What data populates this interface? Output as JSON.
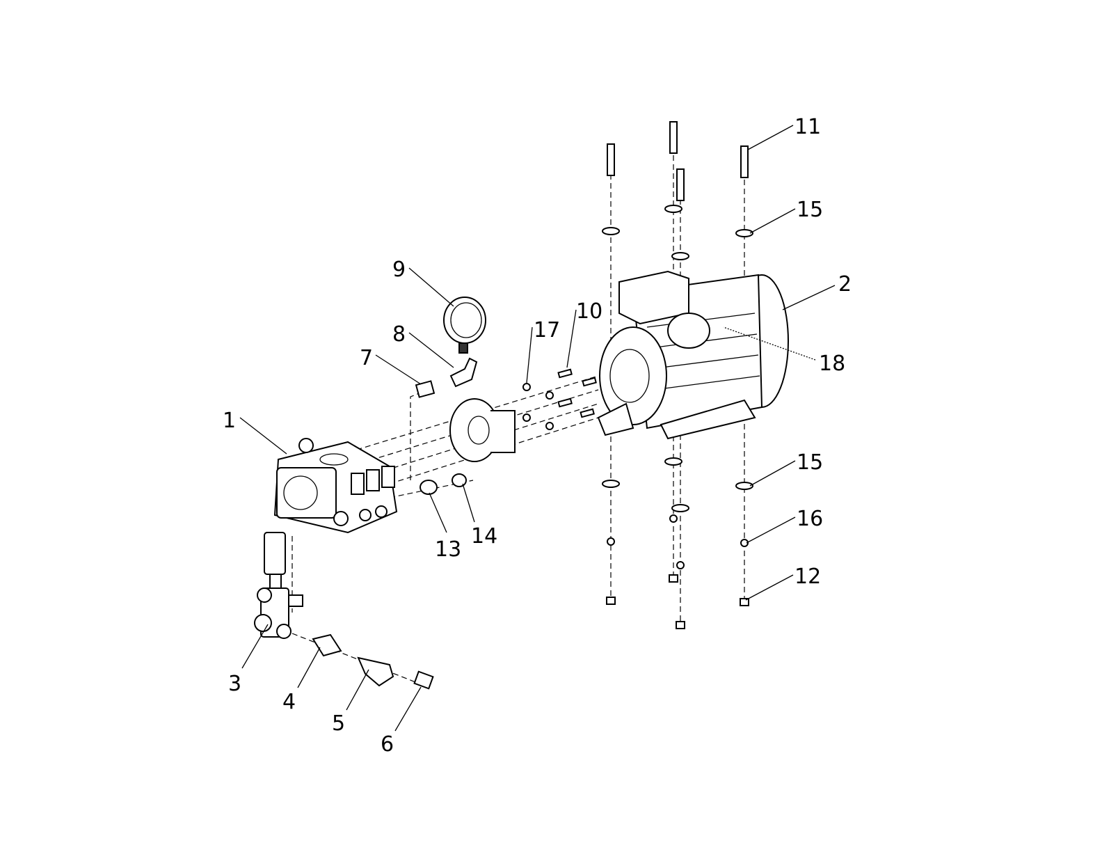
{
  "diagram": {
    "callouts": [
      {
        "id": "1",
        "label": "1"
      },
      {
        "id": "2",
        "label": "2"
      },
      {
        "id": "3",
        "label": "3"
      },
      {
        "id": "4",
        "label": "4"
      },
      {
        "id": "5",
        "label": "5"
      },
      {
        "id": "6",
        "label": "6"
      },
      {
        "id": "7",
        "label": "7"
      },
      {
        "id": "8",
        "label": "8"
      },
      {
        "id": "9",
        "label": "9"
      },
      {
        "id": "10",
        "label": "10"
      },
      {
        "id": "11",
        "label": "11"
      },
      {
        "id": "12",
        "label": "12"
      },
      {
        "id": "13",
        "label": "13"
      },
      {
        "id": "14",
        "label": "14"
      },
      {
        "id": "15a",
        "label": "15"
      },
      {
        "id": "15b",
        "label": "15"
      },
      {
        "id": "16",
        "label": "16"
      },
      {
        "id": "17",
        "label": "17"
      },
      {
        "id": "18",
        "label": "18"
      }
    ]
  }
}
